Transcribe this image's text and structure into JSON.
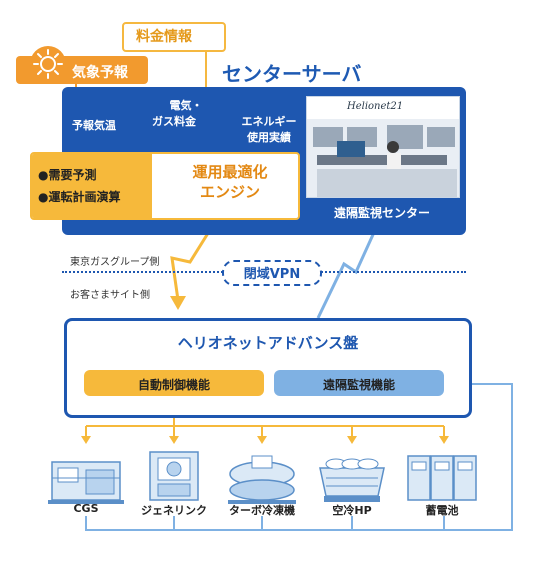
{
  "weather": {
    "label": "気象予報"
  },
  "price": {
    "label": "料金情報"
  },
  "server": {
    "title": "センターサーバ",
    "forecast_temp": "予報気温",
    "elec_gas_price_1": "電気・",
    "elec_gas_price_2": "ガス料金",
    "energy_usage_1": "エネルギー",
    "energy_usage_2": "使用実績"
  },
  "engine": {
    "item1": "●需要予測",
    "item2": "●運転計画演算",
    "title1": "運用最適化",
    "title2": "エンジン"
  },
  "photo": {
    "sign": "Helionet21",
    "caption": "遠隔監視センター"
  },
  "network": {
    "tokyo_side": "東京ガスグループ側",
    "customer_side": "お客さまサイト側",
    "vpn": "閉域VPN"
  },
  "helionet": {
    "title": "ヘリオネットアドバンス盤",
    "auto": "自動制御機能",
    "remote": "遠隔監視機能"
  },
  "equipment": [
    {
      "label": "CGS",
      "icon": "cgs-icon"
    },
    {
      "label": "ジェネリンク",
      "icon": "genelink-icon"
    },
    {
      "label": "ターボ冷凍機",
      "icon": "turbo-chiller-icon"
    },
    {
      "label": "空冷HP",
      "icon": "air-cooled-hp-icon"
    },
    {
      "label": "蓄電池",
      "icon": "battery-icon"
    }
  ],
  "colors": {
    "blue": "#1e57b0",
    "orange": "#f6b93b",
    "light_blue": "#7fb1e3"
  }
}
